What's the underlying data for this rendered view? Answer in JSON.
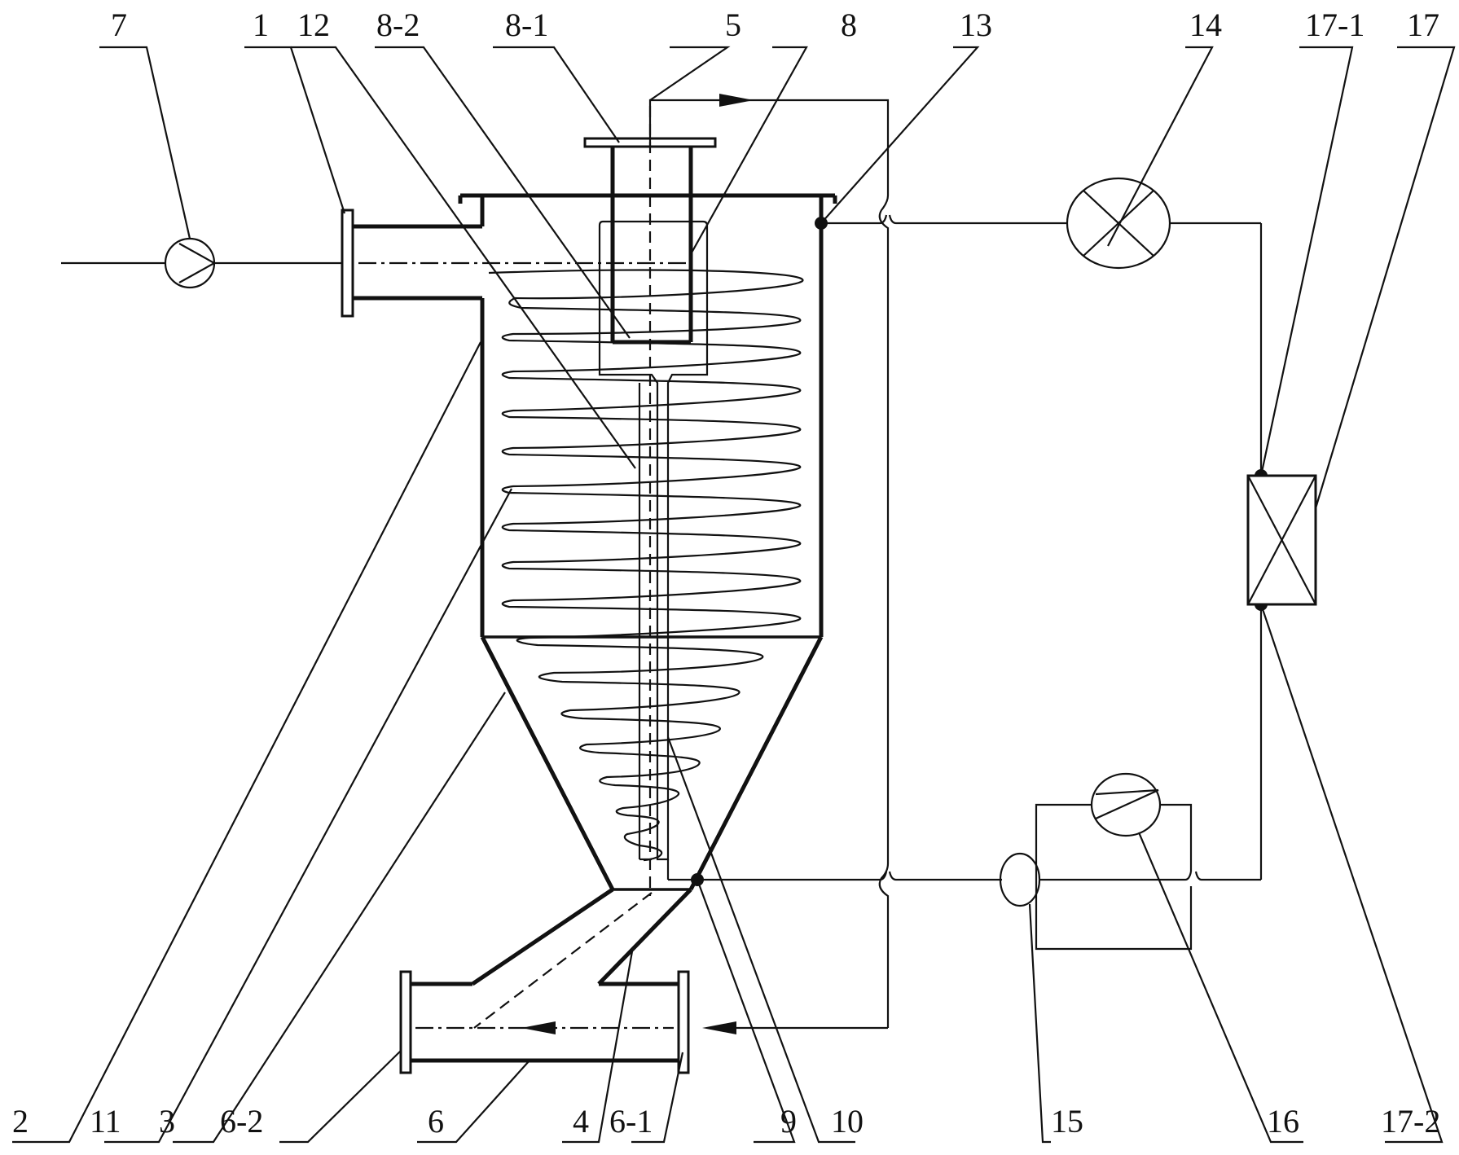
{
  "labels": {
    "l1": "1",
    "l2": "2",
    "l3": "3",
    "l4": "4",
    "l5": "5",
    "l6": "6",
    "l6_1": "6-1",
    "l6_2": "6-2",
    "l7": "7",
    "l8": "8",
    "l8_1": "8-1",
    "l8_2": "8-2",
    "l9": "9",
    "l10": "10",
    "l11": "11",
    "l12": "12",
    "l13": "13",
    "l14": "14",
    "l15": "15",
    "l16": "16",
    "l17": "17",
    "l17_1": "17-1",
    "l17_2": "17-2"
  }
}
